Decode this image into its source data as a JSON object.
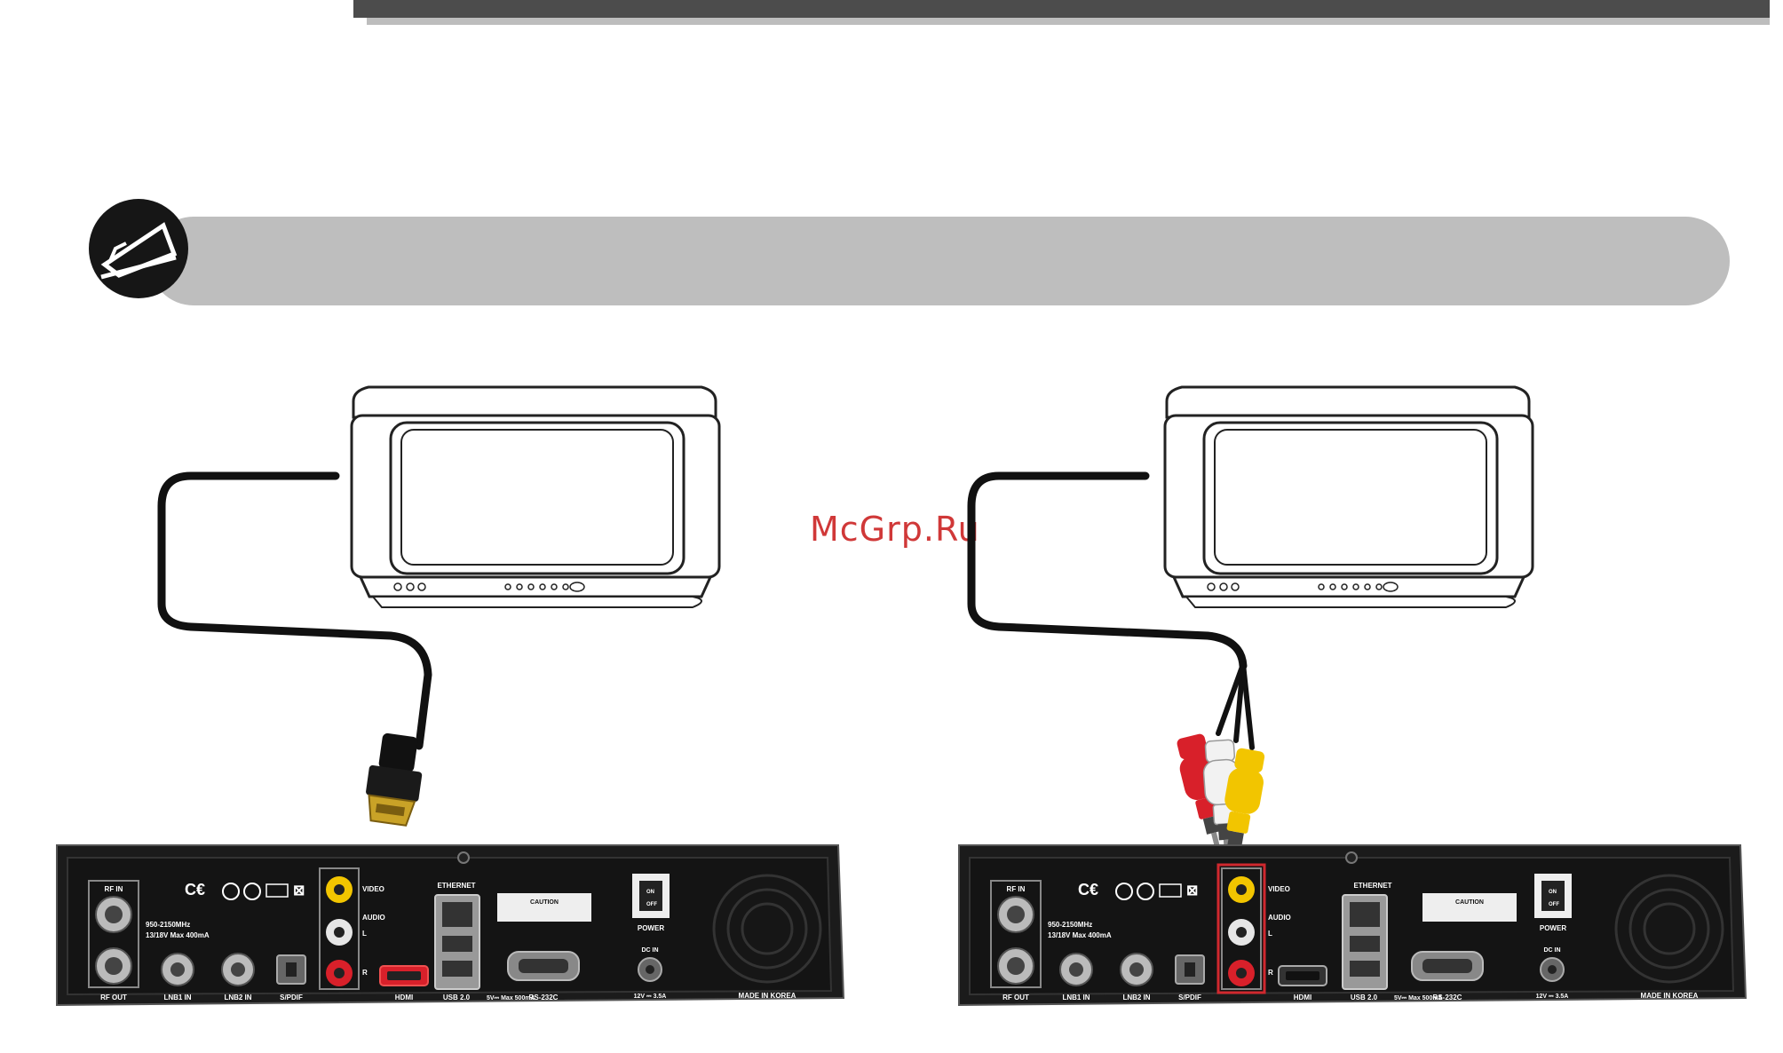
{
  "watermark": "McGrp.Ru",
  "left_receiver": {
    "ports": {
      "rf_in": "RF IN",
      "rf_out": "RF OUT",
      "lnb1": "LNB1 IN",
      "lnb2": "LNB2 IN",
      "spdif": "S/PDIF",
      "hdmi": "HDMI",
      "video": "VIDEO",
      "audio": "AUDIO",
      "audio_l": "L",
      "audio_r": "R",
      "ethernet": "ETHERNET",
      "usb": "USB 2.0",
      "usb_power": "5V⎓ Max 500mA",
      "rs232": "RS-232C",
      "power": "POWER",
      "on": "ON",
      "off": "OFF",
      "dc_in": "DC IN",
      "dc_rating": "12V ⎓ 3.5A",
      "freq": "950-2150MHz",
      "lnb_power": "13/18V Max 400mA",
      "made_in": "MADE IN KOREA",
      "caution": "CAUTION"
    }
  },
  "right_receiver": {
    "ports": {
      "rf_in": "RF IN",
      "rf_out": "RF OUT",
      "lnb1": "LNB1 IN",
      "lnb2": "LNB2 IN",
      "spdif": "S/PDIF",
      "hdmi": "HDMI",
      "video": "VIDEO",
      "audio": "AUDIO",
      "audio_l": "L",
      "audio_r": "R",
      "ethernet": "ETHERNET",
      "usb": "USB 2.0",
      "usb_power": "5V⎓ Max 500mA",
      "rs232": "RS-232C",
      "power": "POWER",
      "on": "ON",
      "off": "OFF",
      "dc_in": "DC IN",
      "dc_rating": "12V ⎓ 3.5A",
      "freq": "950-2150MHz",
      "lnb_power": "13/18V Max 400mA",
      "made_in": "MADE IN KOREA",
      "caution": "CAUTION"
    }
  },
  "colors": {
    "cable": "#111111",
    "rca_red": "#d8202a",
    "rca_white": "#f2f2f2",
    "rca_yellow": "#f2c500",
    "highlight": "#d0282e",
    "panel": "#1b1b1b"
  }
}
